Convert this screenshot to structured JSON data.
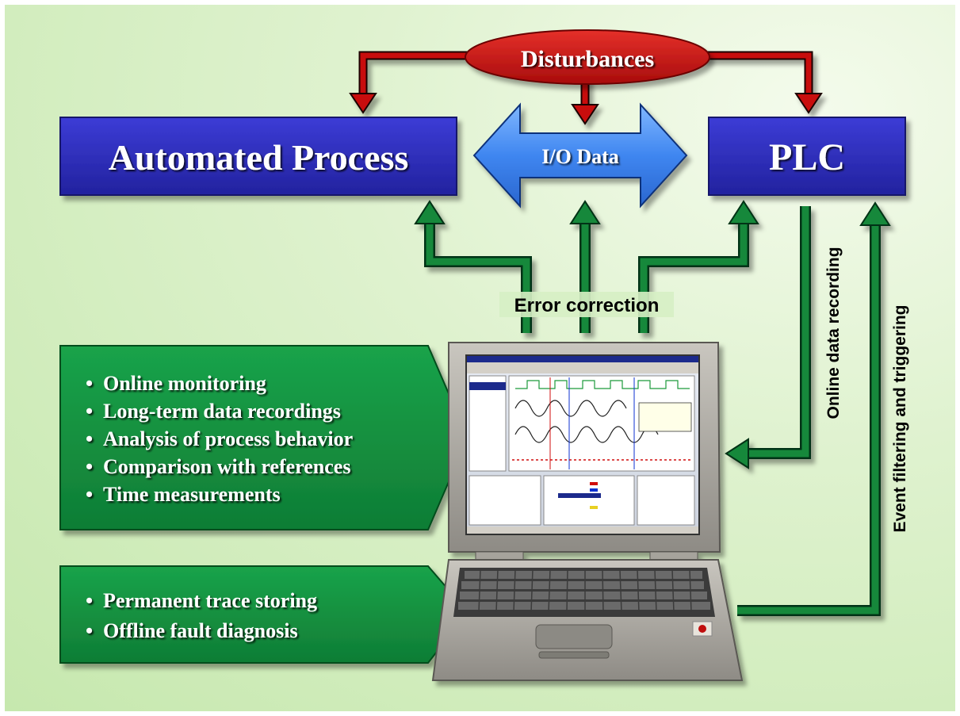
{
  "disturbances_label": "Disturbances",
  "process_box_label": "Automated Process",
  "io_label": "I/O Data",
  "plc_label": "PLC",
  "error_correction_label": "Error correction",
  "online_recording_label": "Online data recording",
  "event_filtering_label": "Event filtering and triggering",
  "features_online": [
    "Online monitoring",
    "Long-term data recordings",
    "Analysis of process behavior",
    "Comparison with references",
    "Time measurements"
  ],
  "features_offline": [
    "Permanent trace storing",
    "Offline fault diagnosis"
  ],
  "colors": {
    "box_blue": "#2e2ebd",
    "io_blue": "#3f86f0",
    "disturb_red": "#c8100f",
    "arrow_green": "#12883a",
    "panel_green": "#14913f"
  }
}
